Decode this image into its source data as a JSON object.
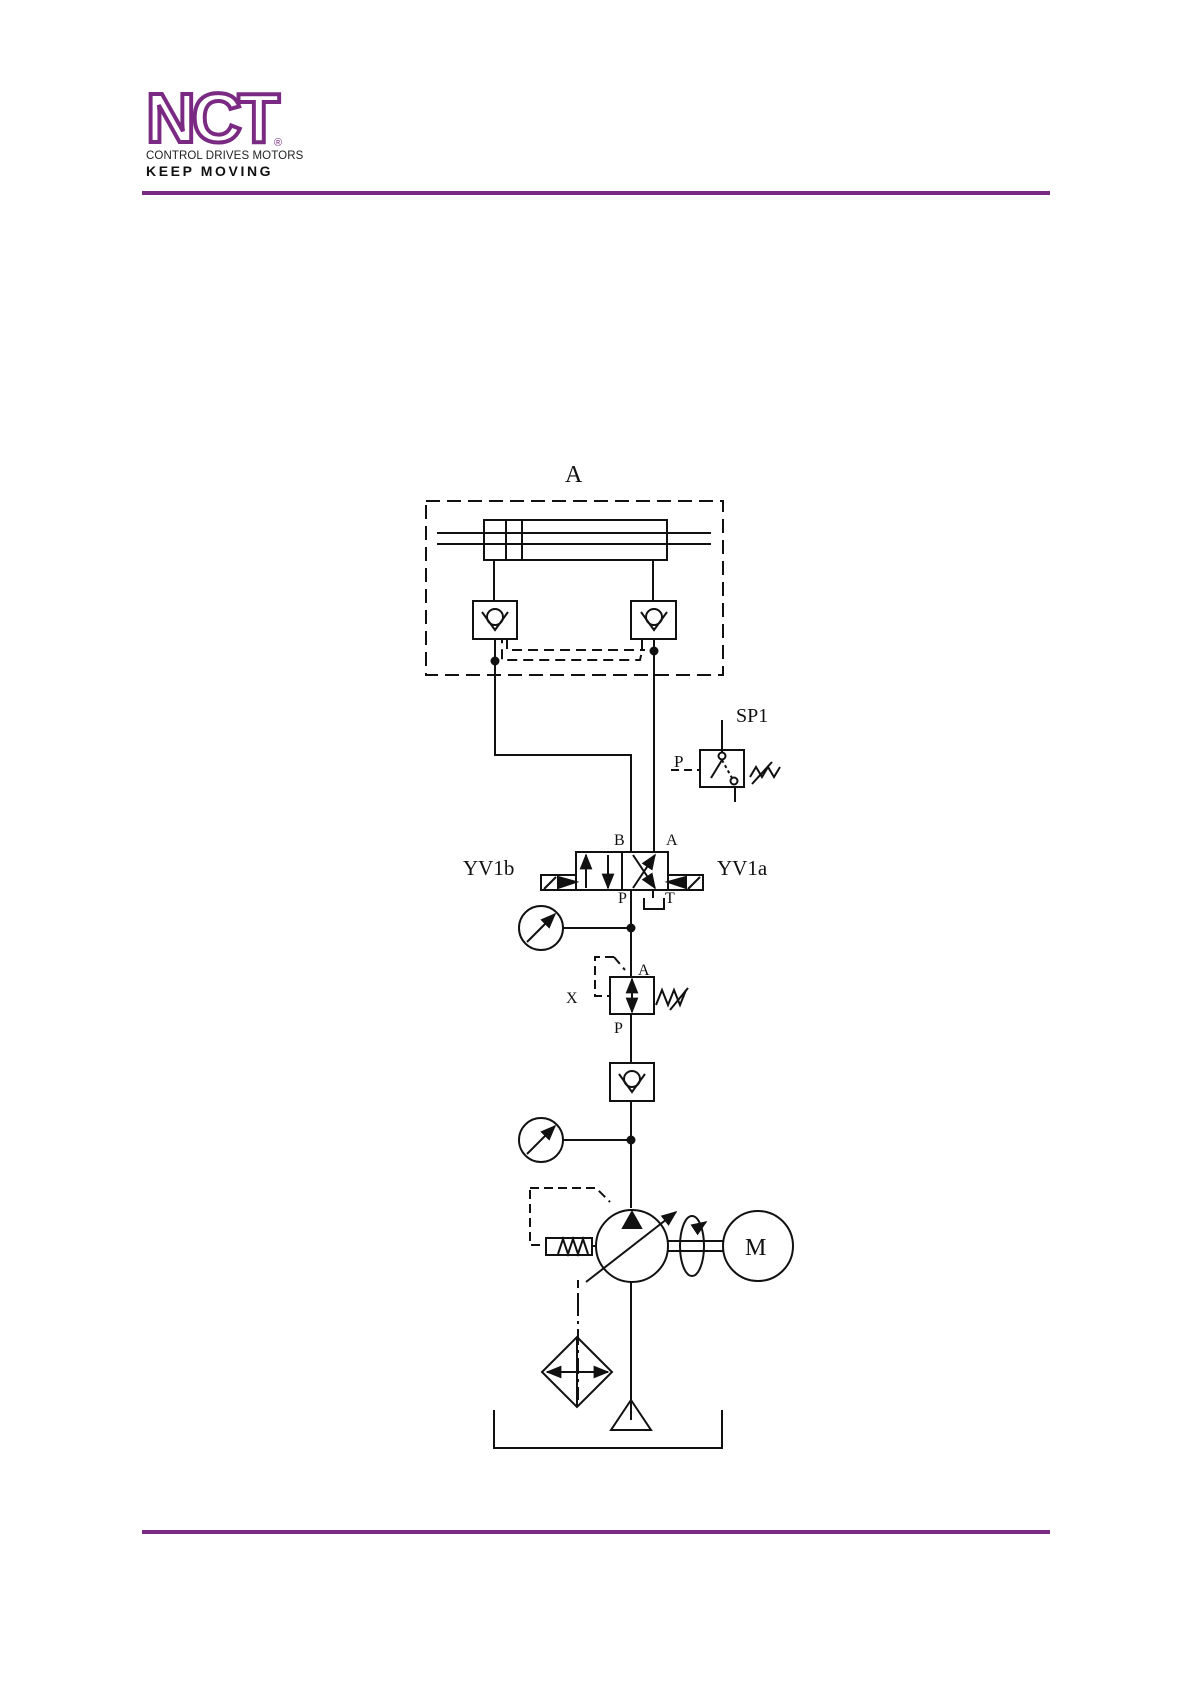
{
  "header": {
    "logo_text": "NCT",
    "registered_mark": "®",
    "tagline_line1": "CONTROL  DRIVES  MOTORS",
    "tagline_line2": "KEEP MOVING"
  },
  "colors": {
    "brand_purple": "#7a2a82",
    "line_ink": "#111111"
  },
  "schematic": {
    "labels": {
      "actuator_group": "A",
      "pressure_switch": "SP1",
      "pressure_switch_port": "P",
      "valve_port_b": "B",
      "valve_port_a": "A",
      "valve_port_p": "P",
      "valve_port_t": "T",
      "solenoid_b": "YV1b",
      "solenoid_a": "YV1a",
      "reducer_port_a": "A",
      "reducer_port_x": "X",
      "reducer_port_p": "P",
      "motor": "M"
    }
  }
}
